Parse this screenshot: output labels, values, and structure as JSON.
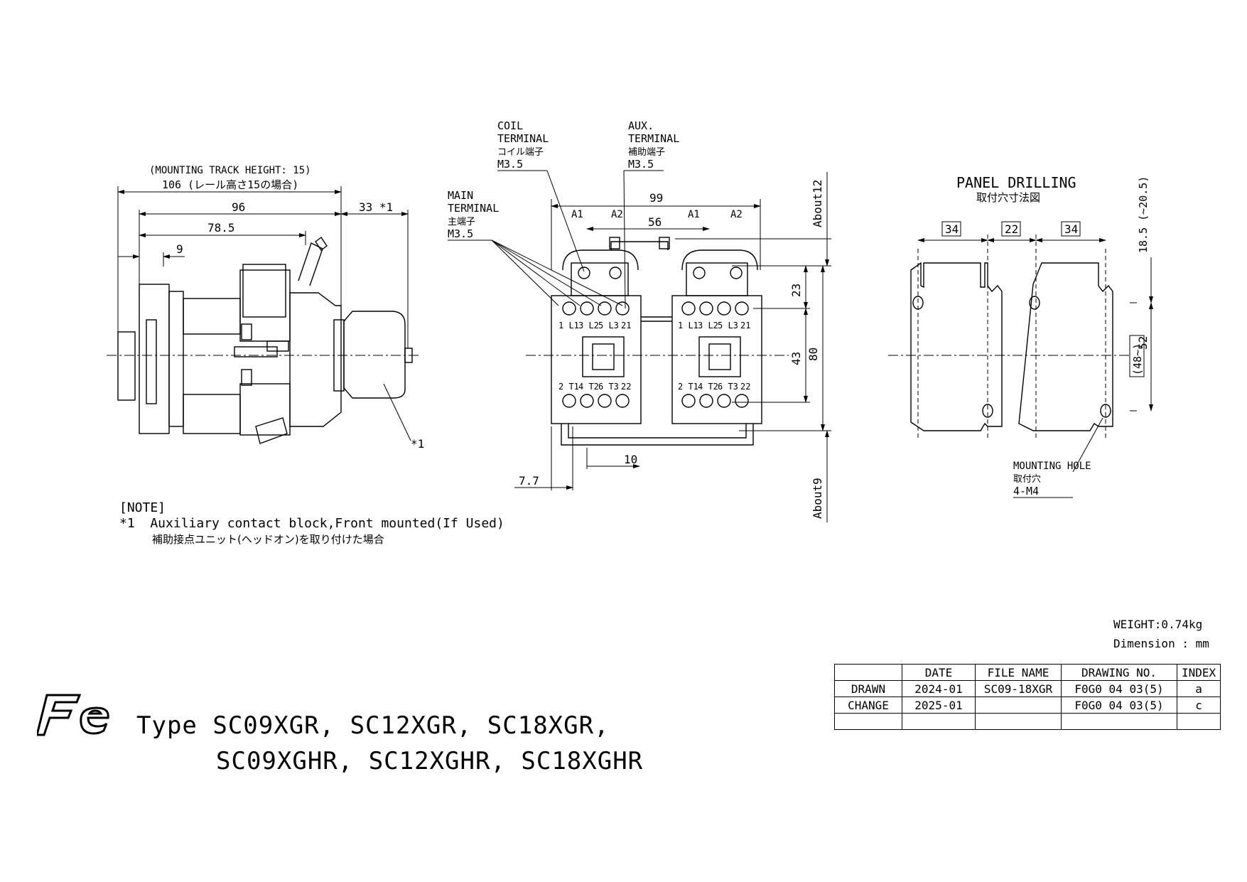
{
  "side_view": {
    "mounting_track_note": "(MOUNTING TRACK HEIGHT: 15)",
    "dim_overall": "106 (レール高さ15の場合)",
    "dim_96": "96",
    "dim_33": "33 *1",
    "dim_78_5": "78.5",
    "dim_9": "9",
    "note_ref": "*1"
  },
  "front_view": {
    "coil_terminal": {
      "en1": "COIL",
      "en2": "TERMINAL",
      "ja": "コイル端子",
      "size": "M3.5"
    },
    "aux_terminal": {
      "en1": "AUX.",
      "en2": "TERMINAL",
      "ja": "補助端子",
      "size": "M3.5"
    },
    "main_terminal": {
      "en1": "MAIN",
      "en2": "TERMINAL",
      "ja": "主端子",
      "size": "M3.5"
    },
    "dim_99": "99",
    "dim_56": "56",
    "dim_10": "10",
    "dim_7_7": "7.7",
    "dim_23": "23",
    "dim_43": "43",
    "dim_80": "80",
    "dim_about12": "About12",
    "dim_about9": "About9",
    "coil_labels": [
      "A1",
      "A2",
      "A1",
      "A2"
    ],
    "top_terminals": [
      "1 L1",
      "3 L2",
      "5 L3",
      "21"
    ],
    "bottom_terminals": [
      "2 T1",
      "4 T2",
      "6 T3",
      "22"
    ]
  },
  "panel_drilling": {
    "title": "PANEL DRILLING",
    "title_ja": "取付穴寸法図",
    "dim_34_left": "34",
    "dim_22": "22",
    "dim_34_right": "34",
    "dim_18_5": "18.5 (~20.5)",
    "dim_52": "52",
    "dim_48": "(48~)",
    "mounting_hole": {
      "en": "MOUNTING HOLE",
      "ja": "取付穴",
      "spec": "4-M4"
    }
  },
  "note": {
    "heading": "[NOTE]",
    "line1": "*1  Auxiliary contact block,Front mounted(If Used)",
    "line2": "補助接点ユニット(ヘッドオン)を取り付けた場合"
  },
  "spec": {
    "weight": "WEIGHT:0.74kg",
    "dimension": "Dimension : mm"
  },
  "title_block": {
    "headers": [
      "",
      "DATE",
      "FILE NAME",
      "DRAWING NO.",
      "INDEX"
    ],
    "rows": [
      [
        "DRAWN",
        "2024-01",
        "SC09-18XGR",
        "F0G0 04 03(5)",
        "a"
      ],
      [
        "CHANGE",
        "2025-01",
        "",
        "F0G0 04 03(5)",
        "c"
      ],
      [
        "",
        "",
        "",
        "",
        ""
      ]
    ]
  },
  "type_line1": "Type SC09XGR, SC12XGR, SC18XGR,",
  "type_line2": "SC09XGHR, SC12XGHR, SC18XGHR",
  "logo_text": "Fe"
}
